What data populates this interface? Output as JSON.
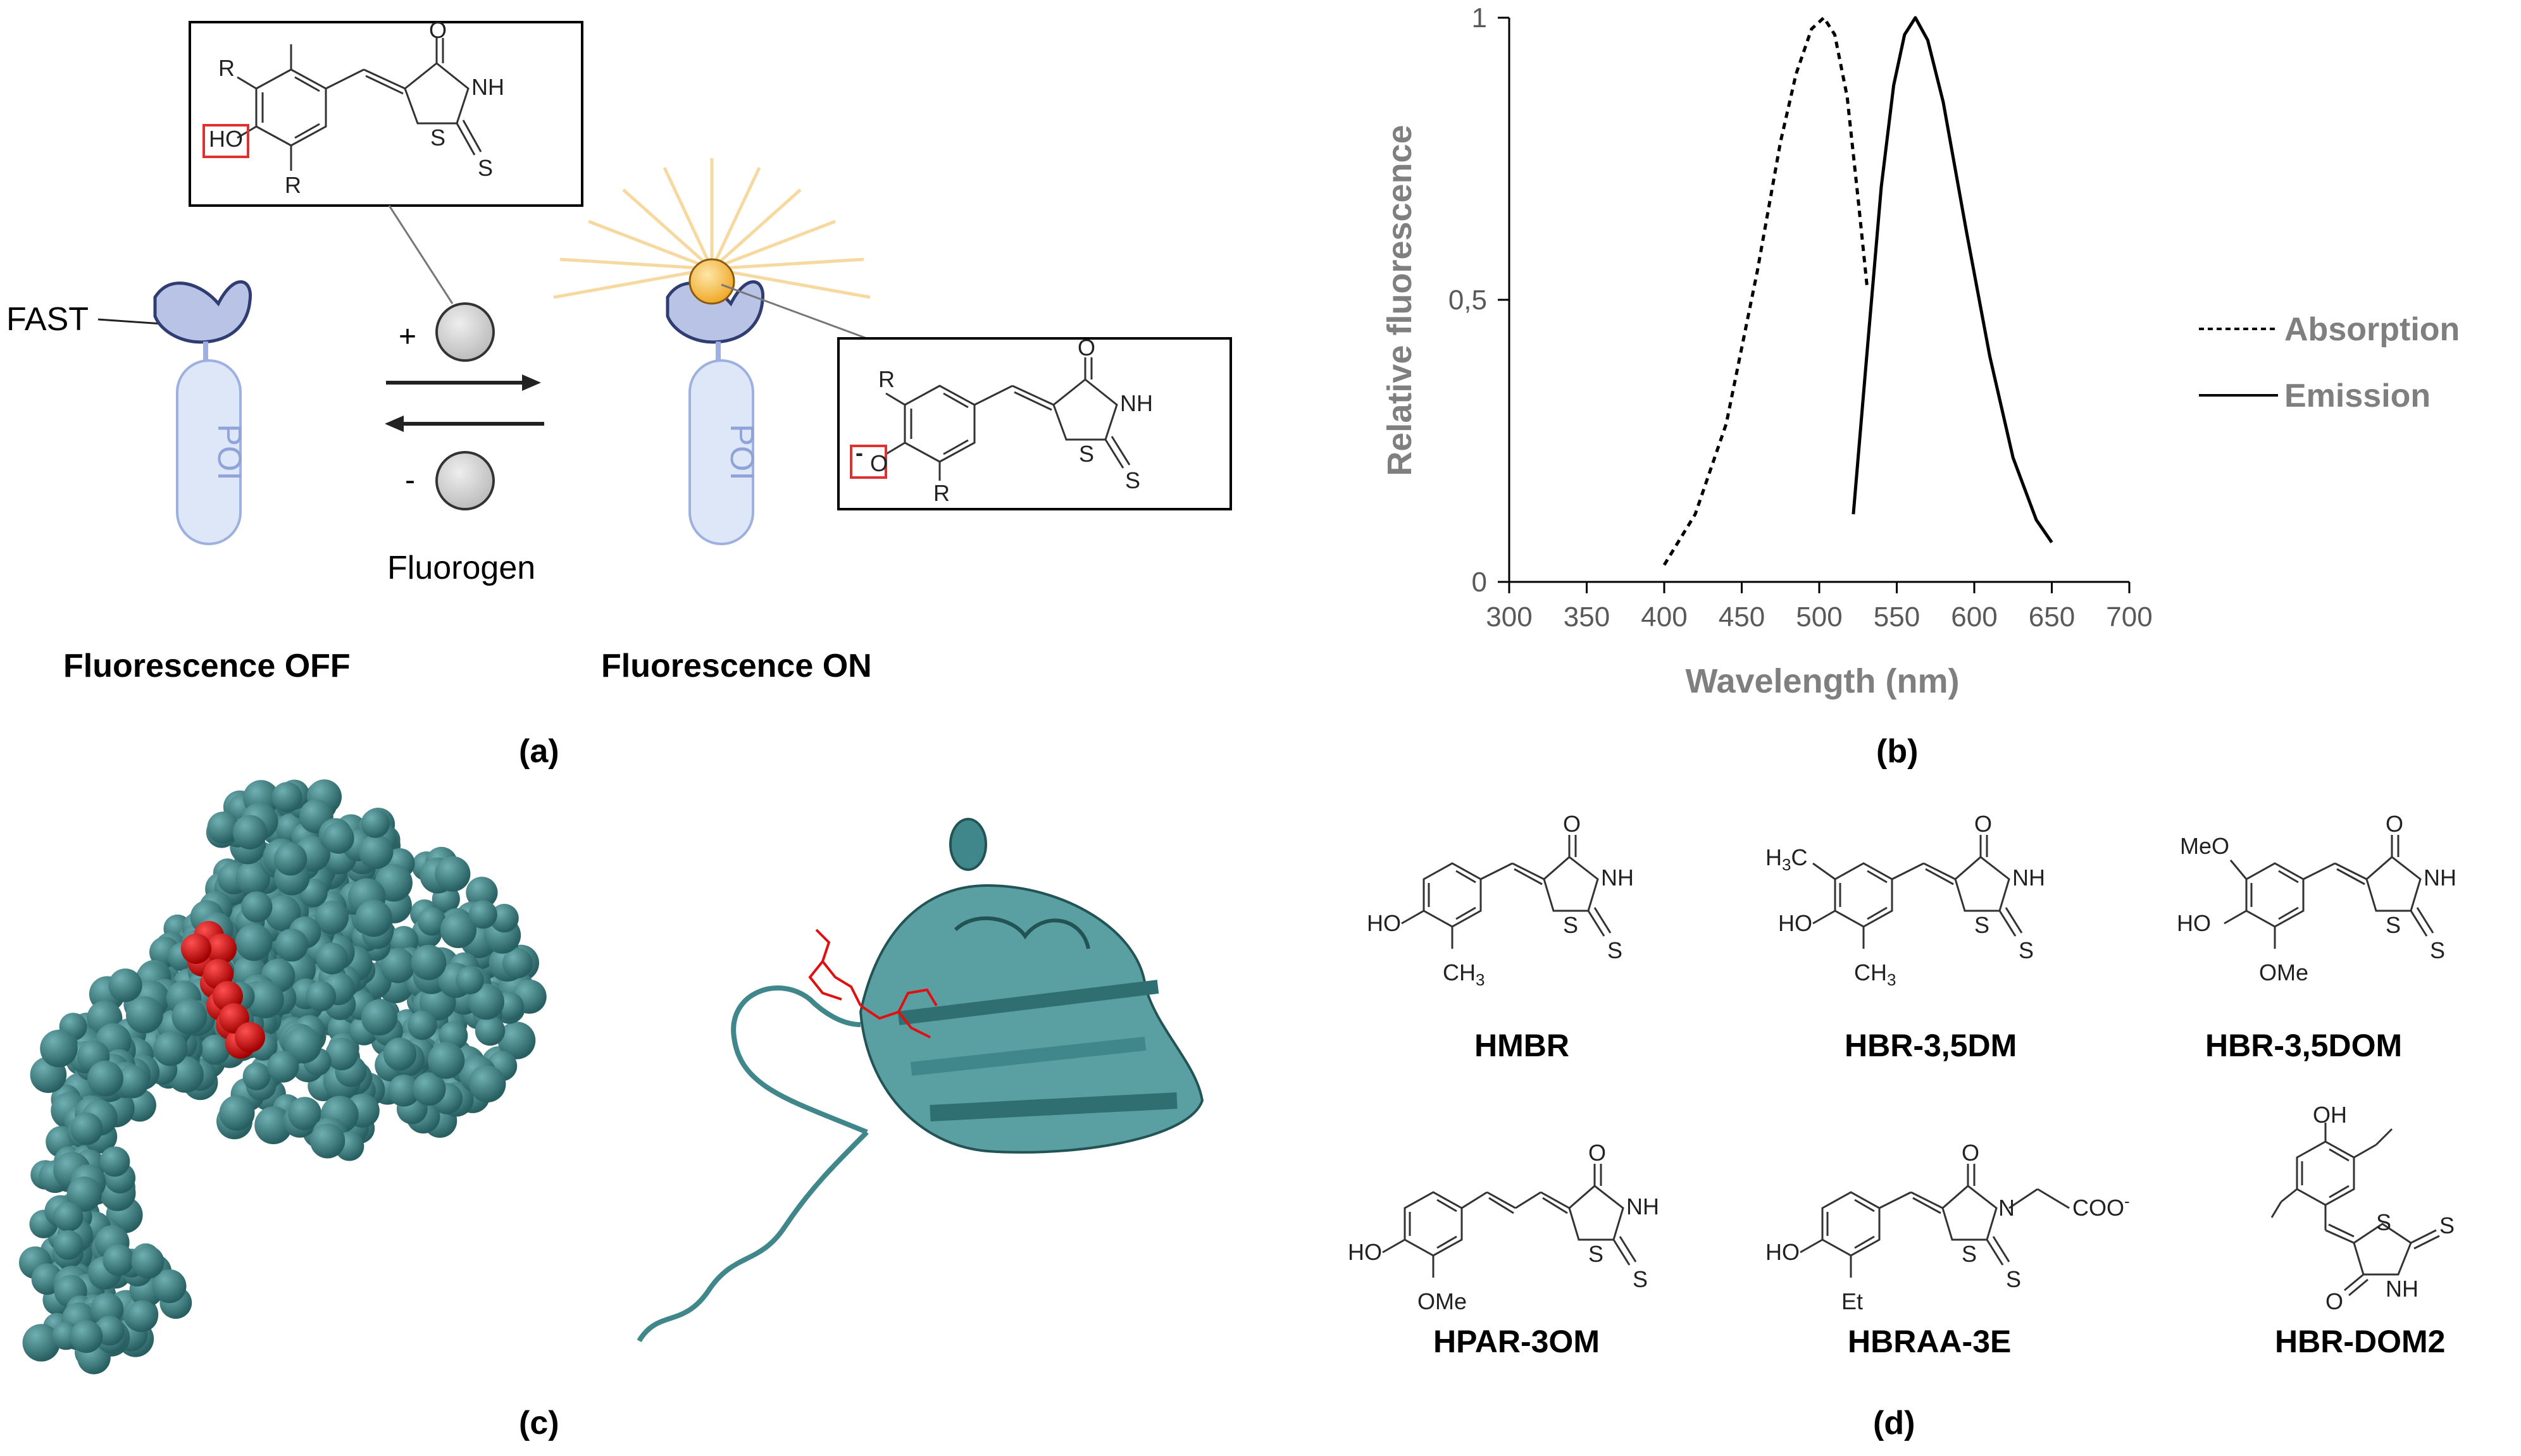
{
  "panel_a": {
    "fast_label": "FAST",
    "poi_label": "POI",
    "plus_sign": "+",
    "minus_sign": "-",
    "fluorogen_label": "Fluorogen",
    "off_label": "Fluorescence OFF",
    "on_label": "Fluorescence ON",
    "caption": "(a)",
    "struct_off": {
      "r_top": "R",
      "r_bottom": "R",
      "ho": "HO",
      "o": "O",
      "nh": "NH",
      "s_ring": "S",
      "s_thione": "S"
    },
    "struct_on": {
      "r_top": "R",
      "r_bottom": "R",
      "o_minus": "O",
      "minus": "-",
      "o": "O",
      "nh": "NH",
      "s_ring": "S",
      "s_thione": "S"
    },
    "highlight_color": "#e03030",
    "protein_color": "#b9c3e6",
    "poi_color": "#dde7f8",
    "fluorogen_on_color": "#f5b53c"
  },
  "panel_b": {
    "caption": "(b)",
    "chart_data": {
      "type": "line",
      "xlabel": "Wavelength (nm)",
      "ylabel": "Relative  fluorescence",
      "xlim": [
        300,
        700
      ],
      "ylim": [
        0,
        1
      ],
      "x_ticks": [
        "300",
        "350",
        "400",
        "450",
        "500",
        "550",
        "600",
        "650",
        "700"
      ],
      "y_ticks": [
        "0",
        "0,5",
        "1"
      ],
      "legend_position": "right",
      "series": [
        {
          "name": "Absorption",
          "style": "dashed",
          "x": [
            400,
            420,
            440,
            460,
            475,
            485,
            495,
            503,
            510,
            518,
            525,
            531
          ],
          "y": [
            0.03,
            0.12,
            0.28,
            0.55,
            0.78,
            0.9,
            0.98,
            1.0,
            0.97,
            0.86,
            0.68,
            0.52
          ]
        },
        {
          "name": "Emission",
          "style": "solid",
          "x": [
            522,
            530,
            540,
            548,
            555,
            562,
            570,
            580,
            595,
            610,
            625,
            640,
            650
          ],
          "y": [
            0.12,
            0.38,
            0.7,
            0.88,
            0.97,
            1.0,
            0.96,
            0.85,
            0.62,
            0.4,
            0.22,
            0.11,
            0.07
          ]
        }
      ]
    }
  },
  "panel_c": {
    "caption": "(c)",
    "protein_color": "#3f878a",
    "ligand_color": "#e01010"
  },
  "panel_d": {
    "caption": "(d)",
    "compounds": [
      {
        "name": "HMBR",
        "sub1": "HO",
        "sub2": "CH",
        "sub2_sub": "3",
        "o": "O",
        "nh": "NH",
        "s1": "S",
        "s2": "S"
      },
      {
        "name": "HBR-3,5DM",
        "sub0": "H",
        "sub0_sub": "3",
        "sub0_c": "C",
        "sub1": "HO",
        "sub2": "CH",
        "sub2_sub": "3",
        "o": "O",
        "nh": "NH",
        "s1": "S",
        "s2": "S"
      },
      {
        "name": "HBR-3,5DOM",
        "sub0": "MeO",
        "sub1": "HO",
        "sub2": "OMe",
        "o": "O",
        "nh": "NH",
        "s1": "S",
        "s2": "S"
      },
      {
        "name": "HPAR-3OM",
        "sub1": "HO",
        "sub2": "OMe",
        "o": "O",
        "nh": "NH",
        "s1": "S",
        "s2": "S"
      },
      {
        "name": "HBRAA-3E",
        "sub1": "HO",
        "sub2": "Et",
        "o": "O",
        "n": "N",
        "coo": "COO",
        "coo_charge": "-",
        "s1": "S",
        "s2": "S"
      },
      {
        "name": "HBR-DOM2",
        "oh": "OH",
        "o": "O",
        "nh": "NH",
        "s1": "S",
        "s2": "S"
      }
    ]
  }
}
